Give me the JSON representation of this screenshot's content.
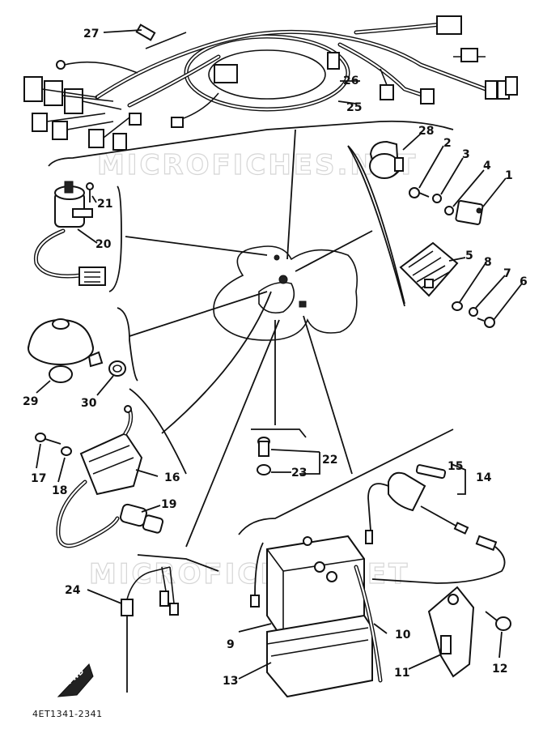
{
  "diagram": {
    "part_code": "4ET1341-2341",
    "watermark": "MICROFICHES.NET",
    "direction_label": "FWD",
    "callouts": [
      "1",
      "2",
      "3",
      "4",
      "5",
      "6",
      "7",
      "8",
      "9",
      "10",
      "11",
      "12",
      "13",
      "14",
      "15",
      "16",
      "17",
      "18",
      "19",
      "20",
      "21",
      "22",
      "23",
      "24",
      "25",
      "26",
      "27",
      "28",
      "29",
      "30"
    ]
  }
}
